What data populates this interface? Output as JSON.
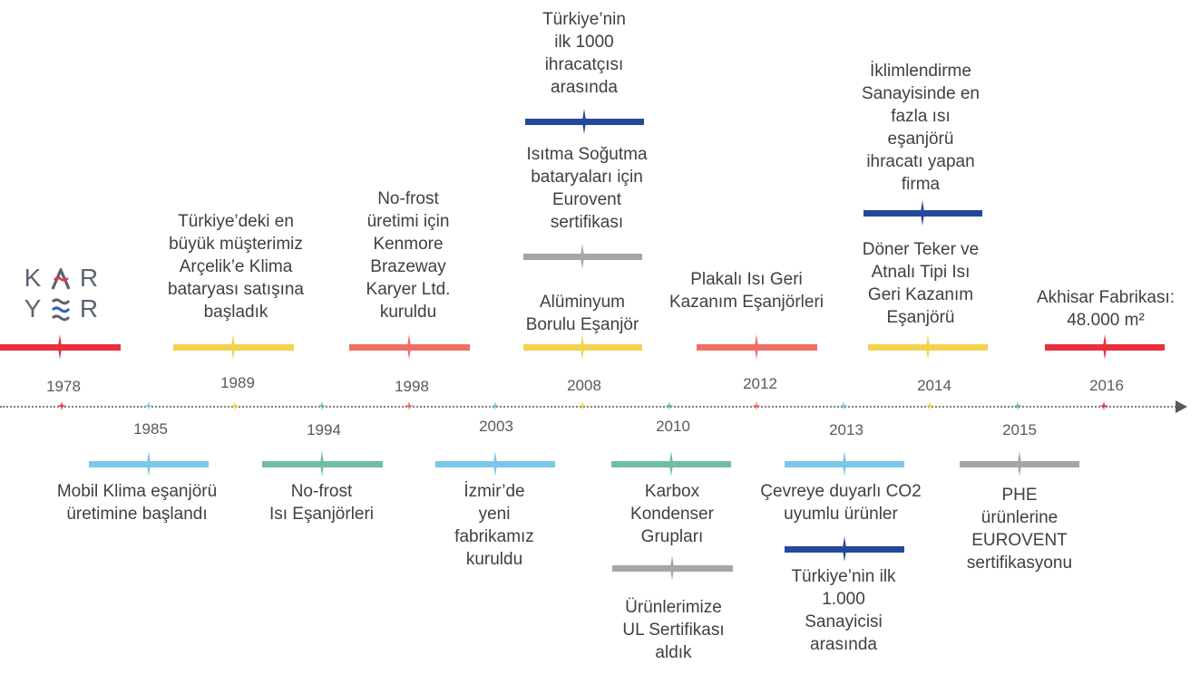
{
  "logo": {
    "letters_top": [
      "K",
      "A",
      "R"
    ],
    "letters_bottom": [
      "Y",
      "E",
      "R"
    ]
  },
  "colors": {
    "red": "#e8303f",
    "yellow": "#f3d24e",
    "salmon": "#ef6f65",
    "light_blue": "#7cc6ea",
    "teal": "#6fbcaa",
    "gray": "#a6a6a6",
    "navy": "#24499b",
    "axis": "#7f7f7f"
  },
  "timeline": {
    "top_years": [
      "1978",
      "1989",
      "1998",
      "2008",
      "2012",
      "2014",
      "2016"
    ],
    "bottom_years": [
      "1985",
      "1994",
      "2003",
      "2010",
      "2013",
      "2015"
    ],
    "top_texts": {
      "y1989": "Türkiye’deki en\nbüyük müşterimiz\nArçelik’e Klima\nbataryası satışına\nbaşladık",
      "y1998": "No-frost\nüretimi için\nKenmore\nBrazeway\nKaryer Ltd.\nkuruldu",
      "y2008_top": "Türkiye’nin\nilk 1000\nihracatçısı\narasında",
      "y2008_mid": "Isıtma Soğutma\nbataryaları için\nEurovent\nsertifikası",
      "y2008_low": "Alüminyum\nBorulu Eşanjör",
      "y2012": "Plakalı Isı Geri\nKazanım Eşanjörleri",
      "y2014_top": "İklimlendirme\nSanayisinde en\nfazla ısı\neşanjörü\nihracatı yapan\nfirma",
      "y2014_low": "Döner Teker ve\nAtnalı Tipi Isı\nGeri Kazanım\nEşanjörü",
      "y2016": "Akhisar Fabrikası:\n48.000 m²"
    },
    "bottom_texts": {
      "y1985": "Mobil Klima eşanjörü\nüretimine başlandı",
      "y1994": "No-frost\nIsı Eşanjörleri",
      "y2003": "İzmir’de\nyeni\nfabrikamız\nkuruldu",
      "y2010_a": "Karbox\nKondenser\nGrupları",
      "y2010_b": "Ürünlerimize\nUL Sertifikası\naldık",
      "y2013_a": "Çevreye duyarlı CO2\nuyumlu ürünler",
      "y2013_b": "Türkiye’nin ilk\n1.000\nSanayicisi\narasında",
      "y2015": "PHE\nürünlerine\nEUROVENT\nsertifikasyonu"
    }
  }
}
